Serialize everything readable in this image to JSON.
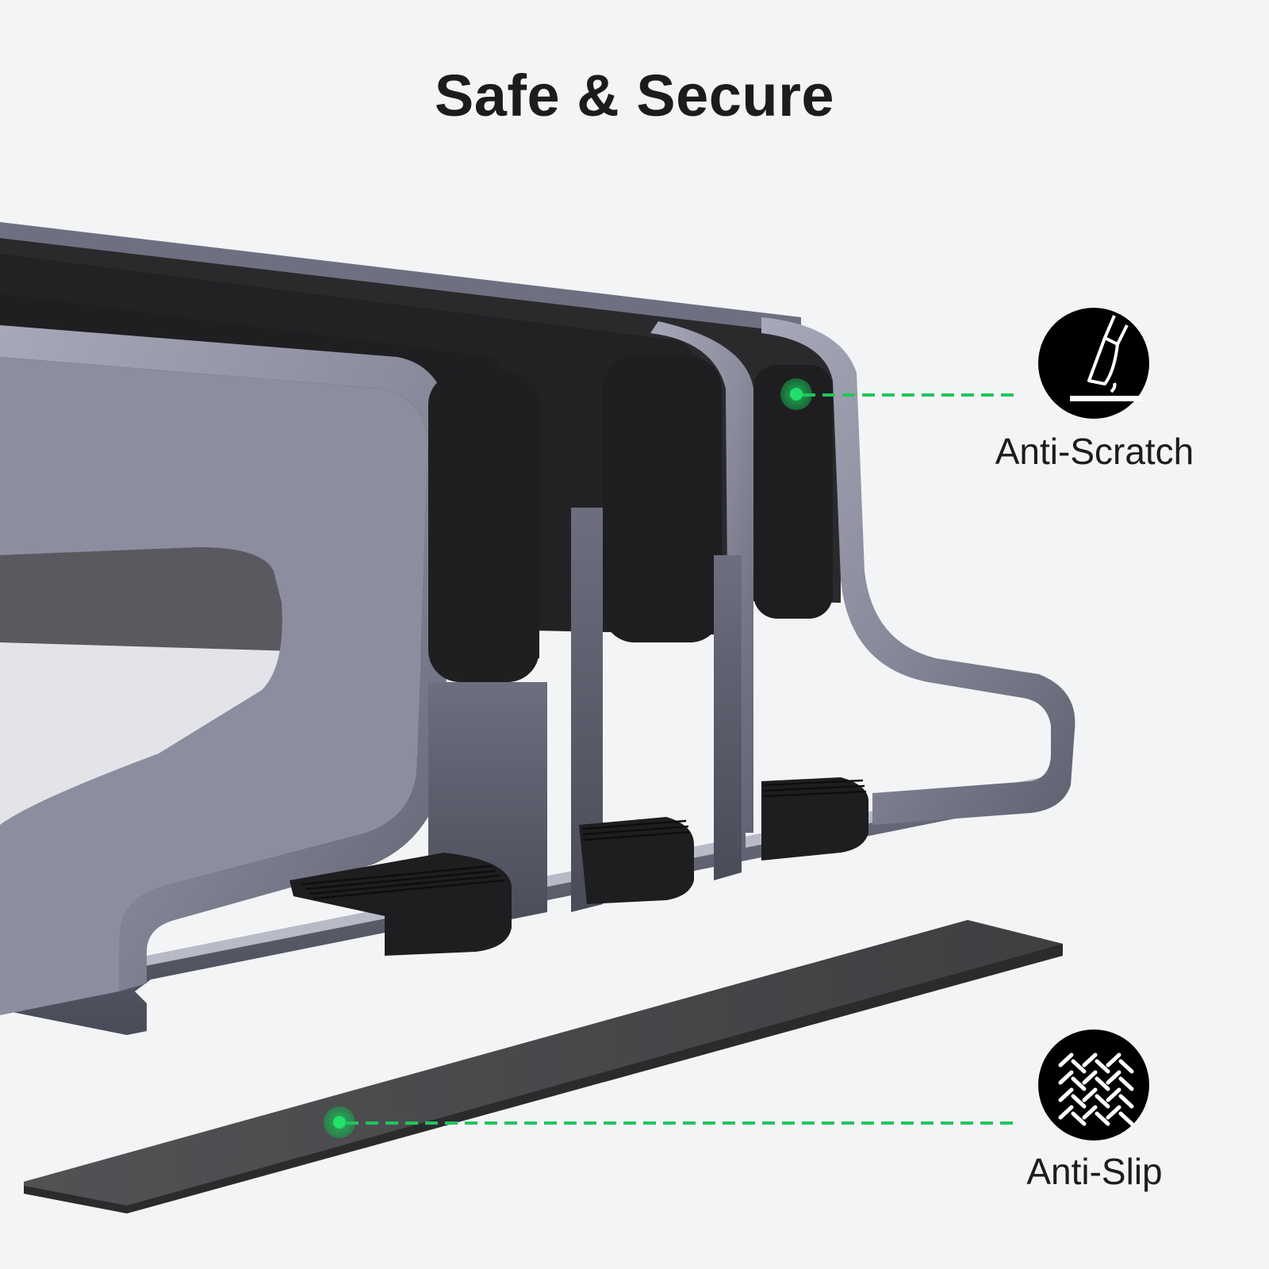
{
  "title": "Safe & Secure",
  "colors": {
    "background": "#f3f4f6",
    "title_text": "#1c1c1e",
    "accent_green": "#22c55e",
    "icon_bg": "#000000",
    "aluminum": "#8e8fa0",
    "aluminum_dark": "#5e5f6e",
    "pad_black": "#1e1e20",
    "strip_gray": "#4a4a4d"
  },
  "callouts": [
    {
      "id": "anti-scratch",
      "label": "Anti-Scratch",
      "icon": "knife-scratch-icon"
    },
    {
      "id": "anti-slip",
      "label": "Anti-Slip",
      "icon": "herringbone-texture-icon"
    }
  ]
}
